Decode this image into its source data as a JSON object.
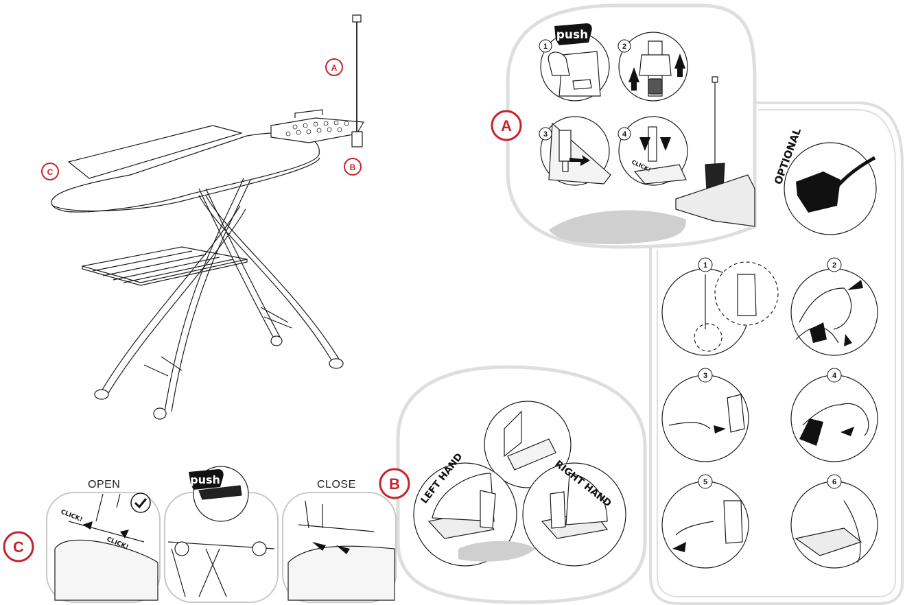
{
  "main_labels": {
    "a": "A",
    "b": "B",
    "c": "C"
  },
  "section_a": {
    "label": "A",
    "steps": [
      {
        "number": "1",
        "tag": "push"
      },
      {
        "number": "2"
      },
      {
        "number": "3"
      },
      {
        "number": "4",
        "tag": "CLICK!"
      }
    ]
  },
  "optional": {
    "title": "OPTIONAL",
    "steps": [
      "1",
      "2",
      "3",
      "4",
      "5",
      "6"
    ]
  },
  "section_b": {
    "label": "B",
    "left": "LEFT HAND",
    "right": "RIGHT HAND"
  },
  "section_c": {
    "label": "C",
    "open": "OPEN",
    "close": "CLOSE",
    "push": "push",
    "click": "CLICK!"
  },
  "colors": {
    "accent_red": "#c8232c",
    "line": "#1a1a1a",
    "frame": "#dcdcdc"
  }
}
